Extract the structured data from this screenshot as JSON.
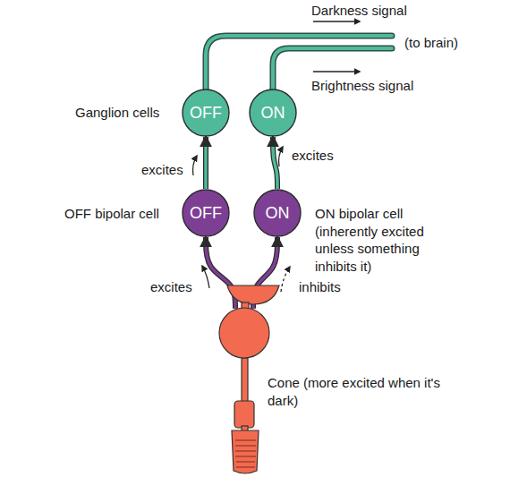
{
  "diagram": {
    "nodes": [
      {
        "text": [
          "OFF"
        ]
      },
      {
        "text": [
          "ON"
        ]
      },
      {
        "text": [
          "OFF"
        ]
      },
      {
        "text": [
          "ON"
        ]
      },
      {
        "text": [
          "Cone (more excited when it's dark)"
        ]
      }
    ],
    "edges": [
      {
        "from": 4,
        "to": 2,
        "arrow": "to",
        "label": "excites"
      },
      {
        "from": 4,
        "to": 3,
        "arrow": "to",
        "label": "inhibits"
      },
      {
        "from": 2,
        "to": 0,
        "arrow": "to",
        "label": "excites"
      },
      {
        "from": 3,
        "to": 1,
        "arrow": "to",
        "label": "excites"
      }
    ],
    "labels": [
      "Darkness signal",
      "(to brain)",
      "Brightness signal",
      "Ganglion cells",
      "OFF bipolar cell",
      "ON bipolar cell (inherently excited unless something inhibits it)"
    ]
  }
}
